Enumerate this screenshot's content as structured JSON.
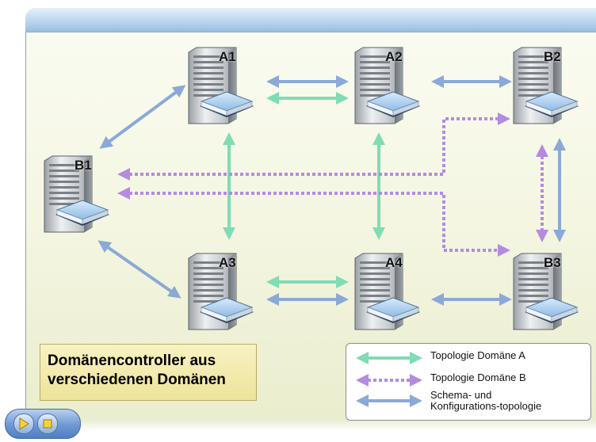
{
  "title": "",
  "servers": [
    {
      "id": "A1",
      "label": "A1"
    },
    {
      "id": "A2",
      "label": "A2"
    },
    {
      "id": "B2",
      "label": "B2"
    },
    {
      "id": "B1",
      "label": "B1"
    },
    {
      "id": "A3",
      "label": "A3"
    },
    {
      "id": "A4",
      "label": "A4"
    },
    {
      "id": "B3",
      "label": "B3"
    }
  ],
  "connections": [
    {
      "from": "A1",
      "to": "A2",
      "type": "schema"
    },
    {
      "from": "A1",
      "to": "A2",
      "type": "domain_a"
    },
    {
      "from": "A2",
      "to": "B2",
      "type": "schema"
    },
    {
      "from": "A1",
      "to": "B1",
      "type": "schema"
    },
    {
      "from": "A1",
      "to": "A3",
      "type": "domain_a"
    },
    {
      "from": "A2",
      "to": "A4",
      "type": "domain_a"
    },
    {
      "from": "B1",
      "to": "B2",
      "type": "domain_b"
    },
    {
      "from": "B1",
      "to": "B3",
      "type": "domain_b"
    },
    {
      "from": "B2",
      "to": "B3",
      "type": "domain_b"
    },
    {
      "from": "B2",
      "to": "B3",
      "type": "schema"
    },
    {
      "from": "B1",
      "to": "A3",
      "type": "schema"
    },
    {
      "from": "A3",
      "to": "A4",
      "type": "domain_a"
    },
    {
      "from": "A3",
      "to": "A4",
      "type": "schema"
    },
    {
      "from": "A4",
      "to": "B3",
      "type": "schema"
    }
  ],
  "caption": {
    "line1": "Domänencontroller aus",
    "line2": "verschiedenen Domänen"
  },
  "legend": {
    "domain_a": "Topologie Domäne A",
    "domain_b": "Topologie Domäne B",
    "schema_line1": "Schema- und",
    "schema_line2": "Konfigurations-topologie"
  },
  "colors": {
    "domain_a": "#7fdcb4",
    "domain_b": "#b38be0",
    "schema": "#8aa9d6"
  },
  "nav": {
    "play": "play-icon",
    "stop": "stop-icon"
  }
}
